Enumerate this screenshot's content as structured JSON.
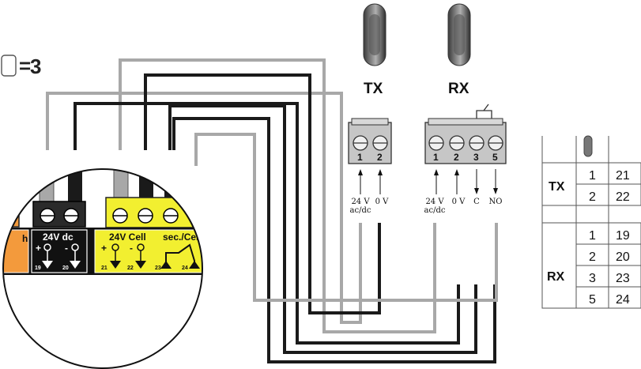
{
  "count_indicator": {
    "operator": "=",
    "value": "3"
  },
  "tx": {
    "name": "TX",
    "terminals": [
      "1",
      "2"
    ],
    "signals": [
      "24 V\nac/dc",
      "0 V"
    ]
  },
  "rx": {
    "name": "RX",
    "terminals": [
      "1",
      "2",
      "3",
      "5"
    ],
    "signals": [
      "24 V\nac/dc",
      "0 V",
      "C",
      "NO"
    ]
  },
  "controller": {
    "label_partial": "h",
    "supply_label": "24V dc",
    "cell_label": "24V Cell",
    "sec_cell_label": "sec./Cell",
    "plus": "+",
    "minus": "-",
    "terminals": [
      "19",
      "20",
      "21",
      "22",
      "23",
      "24"
    ]
  },
  "connection_table": {
    "groups": [
      {
        "device": "TX",
        "rows": [
          {
            "terminal": "1",
            "board": "21"
          },
          {
            "terminal": "2",
            "board": "22"
          }
        ]
      },
      {
        "device": "RX",
        "rows": [
          {
            "terminal": "1",
            "board": "19"
          },
          {
            "terminal": "2",
            "board": "20"
          },
          {
            "terminal": "3",
            "board": "23"
          },
          {
            "terminal": "5",
            "board": "24"
          }
        ]
      }
    ]
  },
  "colors": {
    "wire_black": "#1a1a1a",
    "wire_gray": "#a8a8a8",
    "terminal_yellow": "#f2ef30",
    "terminal_orange": "#f39a3c",
    "block_gray": "#c6c6c6"
  }
}
